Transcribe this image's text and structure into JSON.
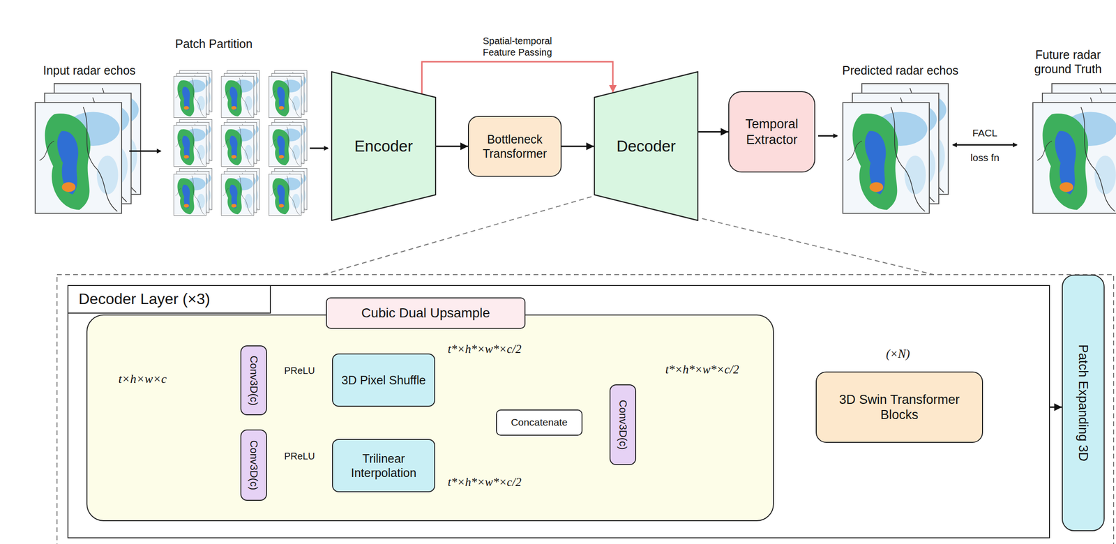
{
  "diagram": {
    "nodes": [
      {
        "text": [
          "Encoder"
        ]
      },
      {
        "text": [
          "Bottleneck Transformer"
        ]
      },
      {
        "text": [
          "Decoder"
        ]
      },
      {
        "text": [
          "Temporal Extractor"
        ]
      },
      {
        "text": [
          "Decoder Layer (×3)"
        ]
      },
      {
        "text": [
          "Cubic Dual Upsample"
        ],
        "in": 4
      },
      {
        "text": [
          "Conv3D(c)"
        ],
        "in": 5
      },
      {
        "text": [
          "Conv3D(c)"
        ],
        "in": 5
      },
      {
        "text": [
          "3D Pixel Shuffle"
        ],
        "in": 5
      },
      {
        "text": [
          "Trilinear Interpolation"
        ],
        "in": 5
      },
      {
        "text": [
          "Concatenate"
        ],
        "in": 5
      },
      {
        "text": [
          "Conv3D(c)"
        ],
        "in": 5
      },
      {
        "text": [
          "3D Swin Transformer Blocks"
        ],
        "in": 4
      },
      {
        "text": [
          "Patch Expanding 3D"
        ]
      }
    ],
    "edges": [
      {
        "from": 0,
        "to": 1,
        "arrow": "to"
      },
      {
        "from": 1,
        "to": 2,
        "arrow": "to"
      },
      {
        "from": 2,
        "to": 3,
        "arrow": "to"
      },
      {
        "from": 0,
        "to": 2,
        "label": "Spatial-temporal Feature Passing",
        "arrow": "to"
      },
      {
        "from": 6,
        "to": 8,
        "label": "PReLU",
        "arrow": "to"
      },
      {
        "from": 7,
        "to": 9,
        "label": "PReLU",
        "arrow": "to"
      },
      {
        "from": 8,
        "to": 10,
        "arrow": "none"
      },
      {
        "from": 9,
        "to": 10,
        "arrow": "none"
      },
      {
        "from": 10,
        "to": 11,
        "arrow": "to"
      },
      {
        "from": 12,
        "to": 13,
        "arrow": "to"
      }
    ],
    "labels": [
      "Input radar echos",
      "Patch Partition",
      "Predicted radar echos",
      "Future radar ground Truth",
      "FACL",
      "loss fn",
      "t×h×w×c",
      "t*×h*×w*×c/2",
      "t*×h*×w*×c/2",
      "t*×h*×w*×c/2",
      "(×N)"
    ]
  }
}
